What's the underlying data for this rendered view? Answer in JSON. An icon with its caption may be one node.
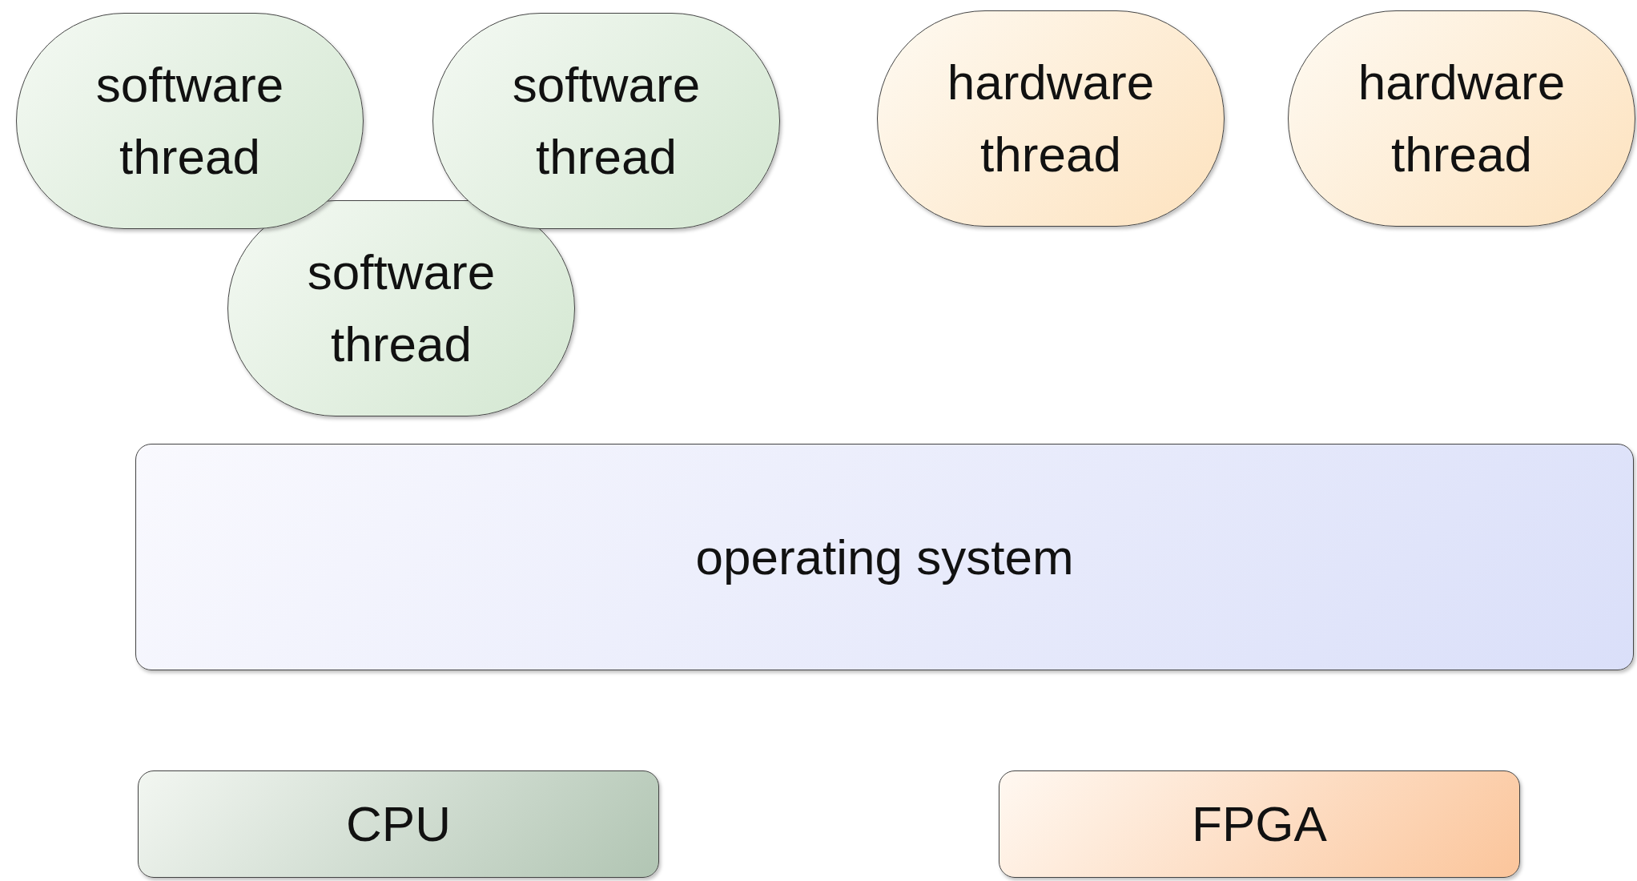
{
  "diagram": {
    "nodes": [
      {
        "text": [
          "software thread"
        ]
      },
      {
        "text": [
          "software thread"
        ]
      },
      {
        "text": [
          "software thread"
        ]
      },
      {
        "text": [
          "hardware thread"
        ]
      },
      {
        "text": [
          "hardware thread"
        ]
      },
      {
        "text": [
          "operating system"
        ]
      },
      {
        "text": [
          "CPU"
        ]
      },
      {
        "text": [
          "FPGA"
        ]
      }
    ]
  }
}
